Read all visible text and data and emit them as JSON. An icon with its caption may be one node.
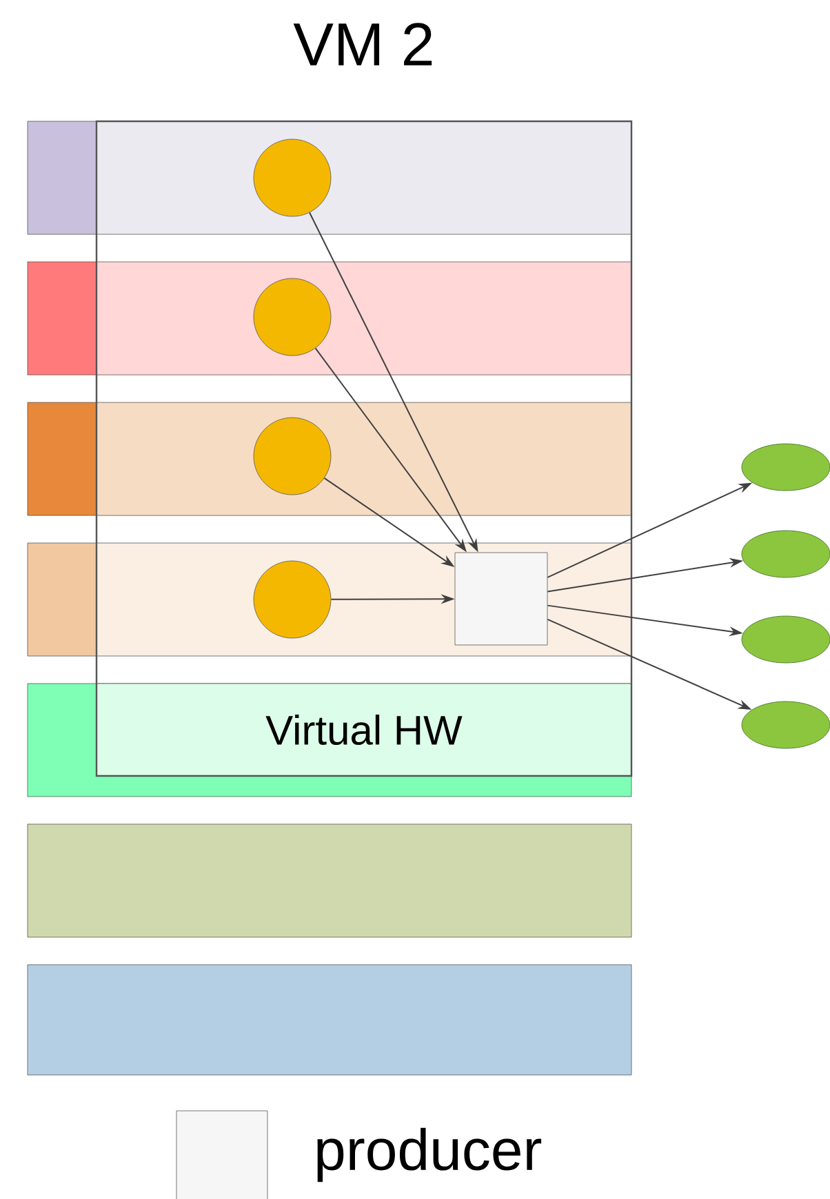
{
  "diagram": {
    "title": "VM 2",
    "nodes": [
      {
        "text": [
          "Virtual HW"
        ]
      },
      {
        "text": [],
        "shape": "circle"
      },
      {
        "text": [],
        "shape": "circle"
      },
      {
        "text": [],
        "shape": "circle"
      },
      {
        "text": [],
        "shape": "circle"
      },
      {
        "text": [],
        "shape": "box"
      },
      {
        "text": [],
        "shape": "ellipse"
      },
      {
        "text": [],
        "shape": "ellipse"
      },
      {
        "text": [],
        "shape": "ellipse"
      },
      {
        "text": [],
        "shape": "ellipse"
      }
    ],
    "edges": [
      {
        "from": 1,
        "to": 5,
        "arrow": "to"
      },
      {
        "from": 2,
        "to": 5,
        "arrow": "to"
      },
      {
        "from": 3,
        "to": 5,
        "arrow": "to"
      },
      {
        "from": 4,
        "to": 5,
        "arrow": "to"
      },
      {
        "from": 5,
        "to": 6,
        "arrow": "to"
      },
      {
        "from": 5,
        "to": 7,
        "arrow": "to"
      },
      {
        "from": 5,
        "to": 8,
        "arrow": "to"
      },
      {
        "from": 5,
        "to": 9,
        "arrow": "to"
      }
    ],
    "legend": [
      {
        "text": "producer"
      }
    ]
  }
}
